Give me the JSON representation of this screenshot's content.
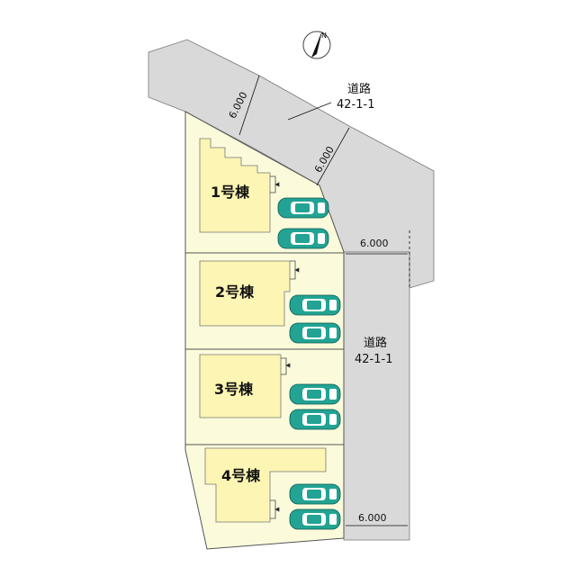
{
  "north_label": "N",
  "roads": [
    {
      "name": "道路",
      "code": "42-1-1"
    },
    {
      "name": "道路",
      "code": "42-1-1"
    }
  ],
  "dimensions": [
    "6.000",
    "6.000",
    "6.000",
    "6.000"
  ],
  "houses": [
    "1号棟",
    "2号棟",
    "3号棟",
    "4号棟"
  ],
  "colors": {
    "road": "#d9d9d9",
    "lot": "#fbfbdc",
    "house": "#fdf5b3",
    "car": "#22a393",
    "outline": "#555555"
  }
}
